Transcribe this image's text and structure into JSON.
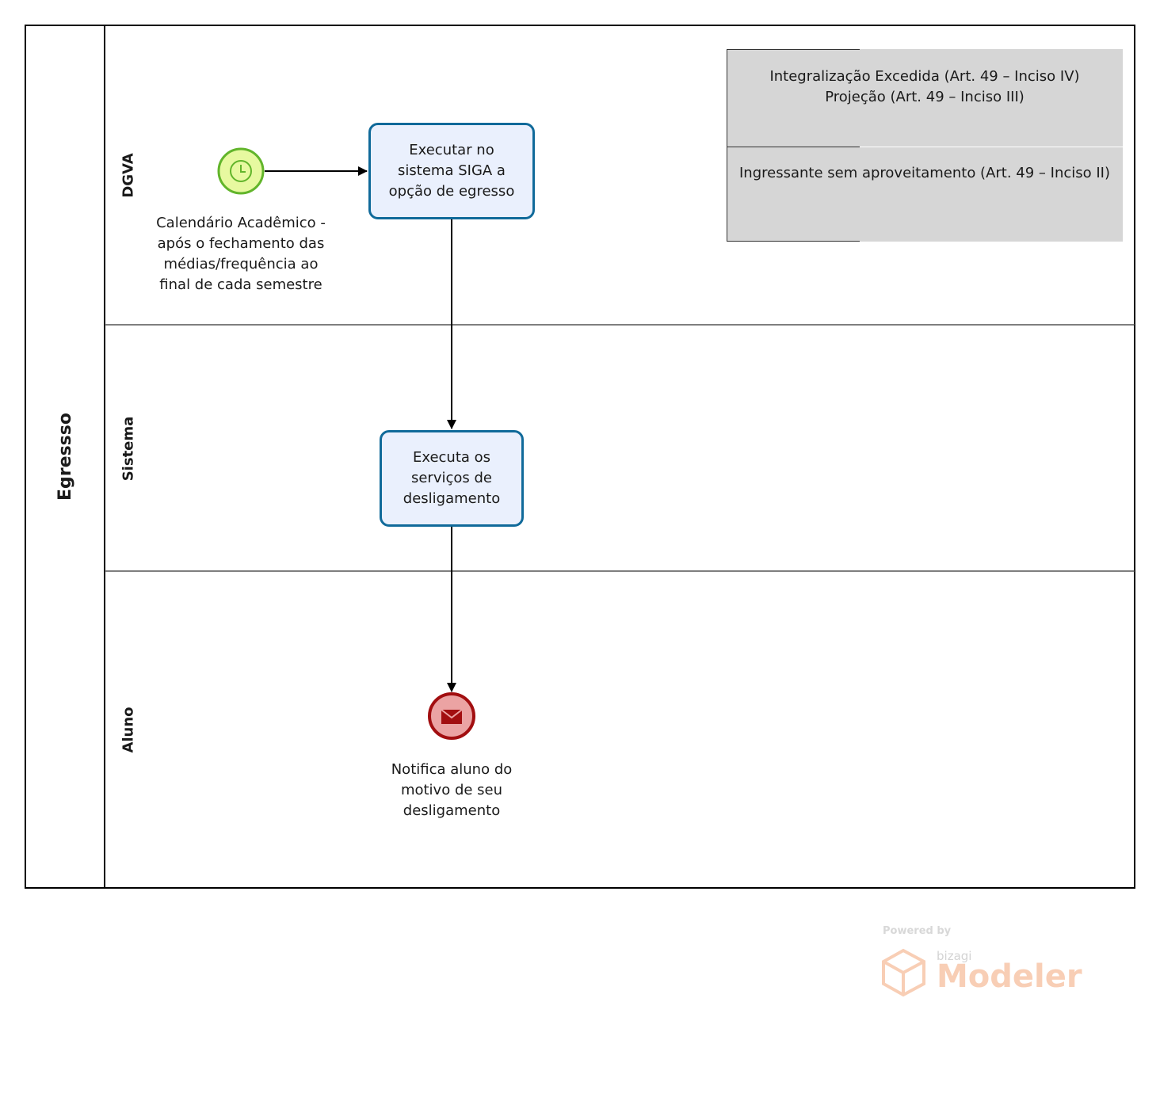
{
  "pool": {
    "name": "Egressso"
  },
  "lanes": [
    {
      "name": "DGVA"
    },
    {
      "name": "Sistema"
    },
    {
      "name": "Aluno"
    }
  ],
  "start_event": {
    "type": "timer",
    "icon": "clock-icon",
    "label": "Calendário Acadêmico - após o fechamento das médias/frequência ao final de cada semestre"
  },
  "tasks": [
    {
      "label": "Executar no sistema SIGA a opção de egresso"
    },
    {
      "label": "Executa os serviços de desligamento"
    }
  ],
  "end_event": {
    "type": "message",
    "icon": "envelope-icon",
    "label": "Notifica aluno do motivo de seu desligamento"
  },
  "annotations": [
    {
      "text": "Integralização Excedida (Art. 49 – Inciso IV)\nProjeção (Art. 49 – Inciso III)"
    },
    {
      "text": "Ingressante sem aproveitamento (Art. 49 – Inciso II)"
    }
  ],
  "watermark": {
    "powered": "Powered by",
    "vendor": "bizagi",
    "product": "Modeler"
  },
  "colors": {
    "task_border": "#106a9a",
    "task_fill": "#eaf0fd",
    "start_fill": "#e7f9a0",
    "start_border": "#62b52b",
    "end_fill": "#eba3a3",
    "end_border": "#a20e10",
    "annotation_fill": "#d6d6d6",
    "watermark_orange": "#f3a77a"
  }
}
